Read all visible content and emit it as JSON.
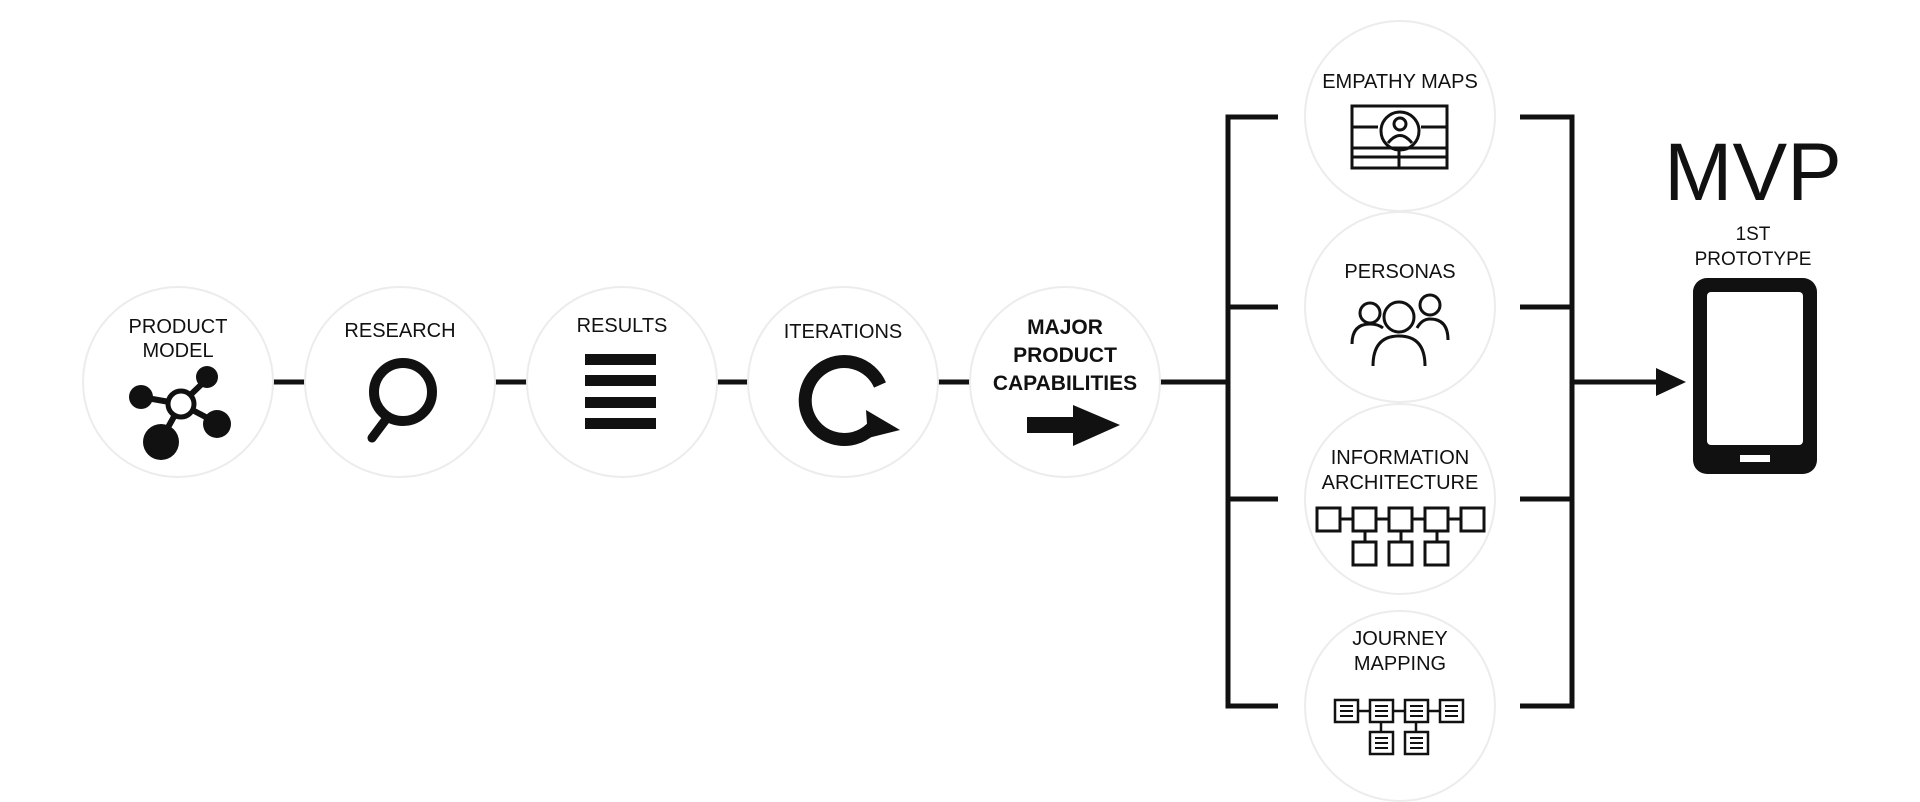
{
  "process_steps": [
    {
      "label_lines": [
        "PRODUCT",
        "MODEL"
      ],
      "icon": "network-icon"
    },
    {
      "label_lines": [
        "RESEARCH"
      ],
      "icon": "magnifier-icon"
    },
    {
      "label_lines": [
        "RESULTS"
      ],
      "icon": "list-icon"
    },
    {
      "label_lines": [
        "ITERATIONS"
      ],
      "icon": "refresh-icon"
    },
    {
      "label_lines": [
        "MAJOR",
        "PRODUCT",
        "CAPABILITIES"
      ],
      "icon": "arrow-right-icon"
    }
  ],
  "capabilities": [
    {
      "label_lines": [
        "EMPATHY MAPS"
      ],
      "icon": "empathy-map-icon"
    },
    {
      "label_lines": [
        "PERSONAS"
      ],
      "icon": "people-icon"
    },
    {
      "label_lines": [
        "INFORMATION",
        "ARCHITECTURE"
      ],
      "icon": "sitemap-icon"
    },
    {
      "label_lines": [
        "JOURNEY",
        "MAPPING"
      ],
      "icon": "journey-map-icon"
    }
  ],
  "outcome": {
    "title": "MVP",
    "subtitle_lines": [
      "1ST",
      "PROTOTYPE"
    ],
    "icon": "tablet-icon"
  },
  "colors": {
    "ink": "#111111",
    "circle_fill": "#ffffff",
    "circle_stroke": "#ececec"
  }
}
